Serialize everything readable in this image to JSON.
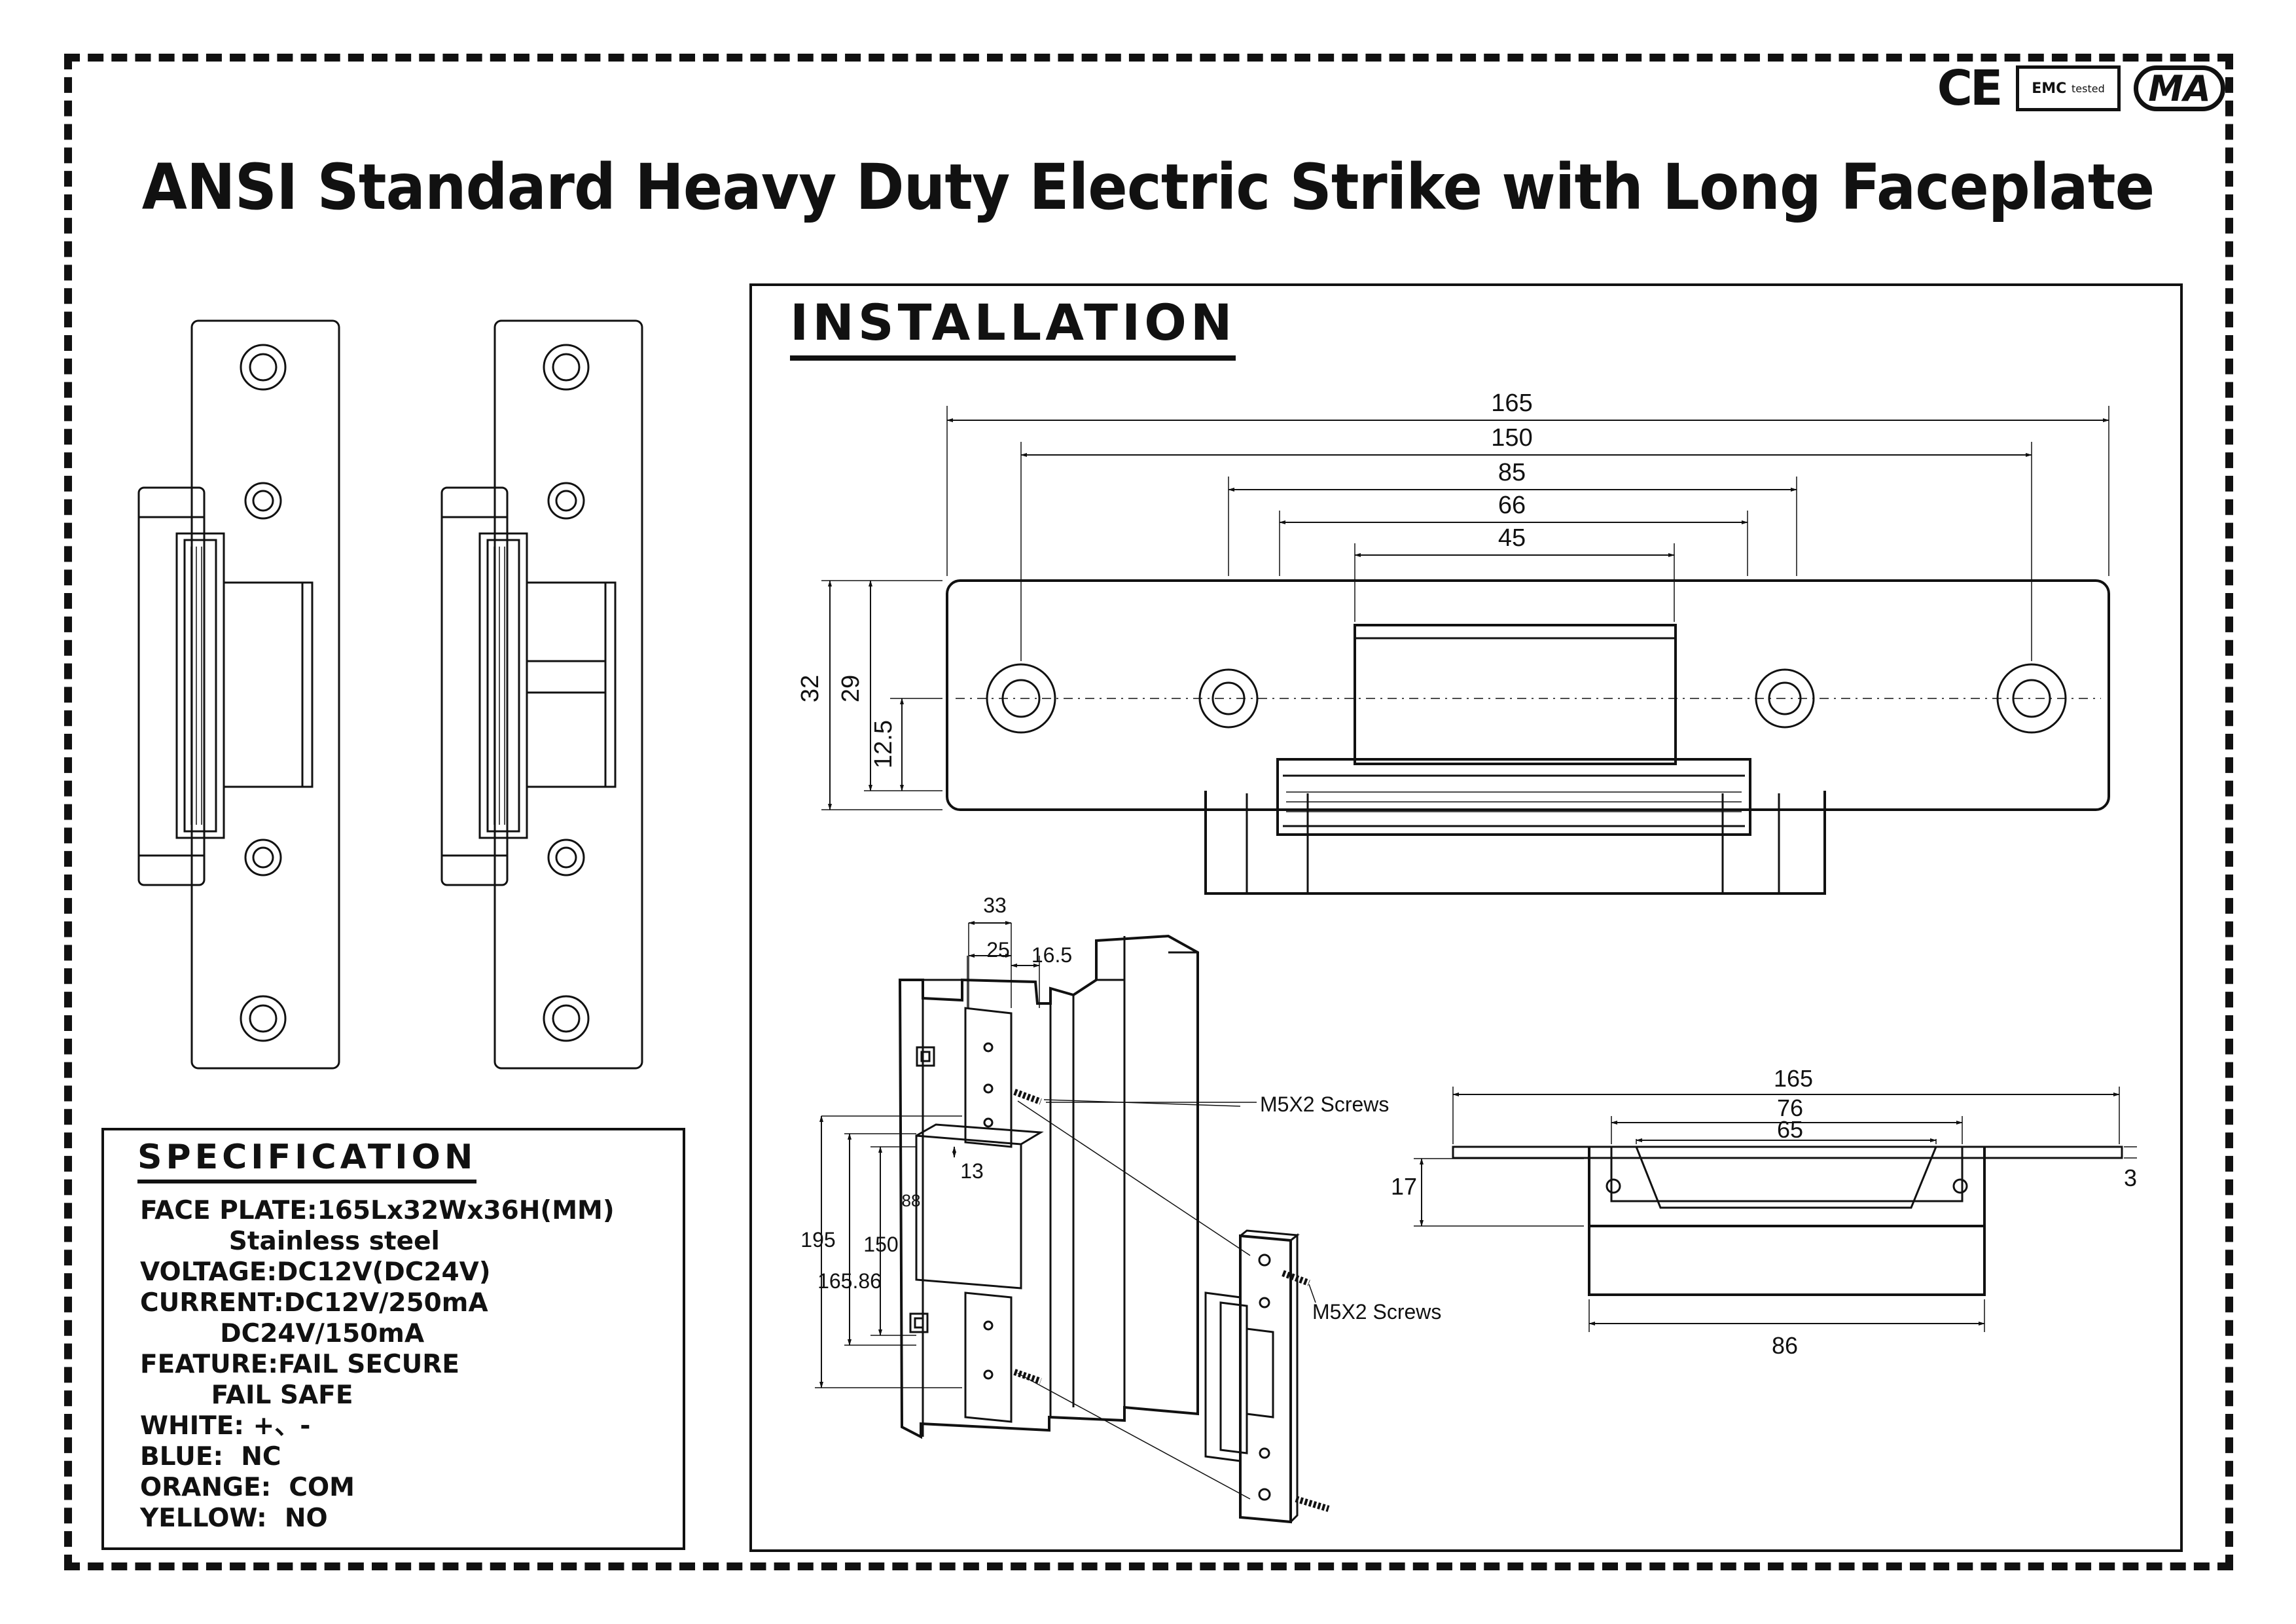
{
  "certifications": {
    "ce": "CE",
    "emc": "EMC",
    "emc_sub": "tested",
    "ma": "MA"
  },
  "title": "ANSI Standard Heavy Duty Electric Strike with Long Faceplate",
  "installation": {
    "heading": "INSTALLATION",
    "front_view": {
      "widths": [
        "165",
        "150",
        "85",
        "66",
        "45"
      ],
      "heights": [
        "32",
        "29",
        "12.5"
      ]
    },
    "iso_view": {
      "top_dims": [
        "33",
        "25",
        "16.5"
      ],
      "side_dims": [
        "195",
        "150",
        "165.86",
        "88",
        "13"
      ],
      "screw_labels": [
        "M5X2  Screws",
        "M5X2  Screws"
      ]
    },
    "bottom_view": {
      "widths": [
        "165",
        "76",
        "65",
        "86"
      ],
      "heights": [
        "17",
        "3"
      ]
    }
  },
  "specification": {
    "heading": "SPECIFICATION",
    "lines": [
      "FACE PLATE:165Lx32Wx36H(MM)",
      "          Stainless steel",
      "VOLTAGE:DC12V(DC24V)",
      "CURRENT:DC12V/250mA",
      "         DC24V/150mA",
      "FEATURE:FAIL SECURE",
      "        FAIL SAFE",
      "WHITE: +、-",
      "BLUE:  NC",
      "ORANGE:  COM",
      "YELLOW:  NO"
    ]
  }
}
